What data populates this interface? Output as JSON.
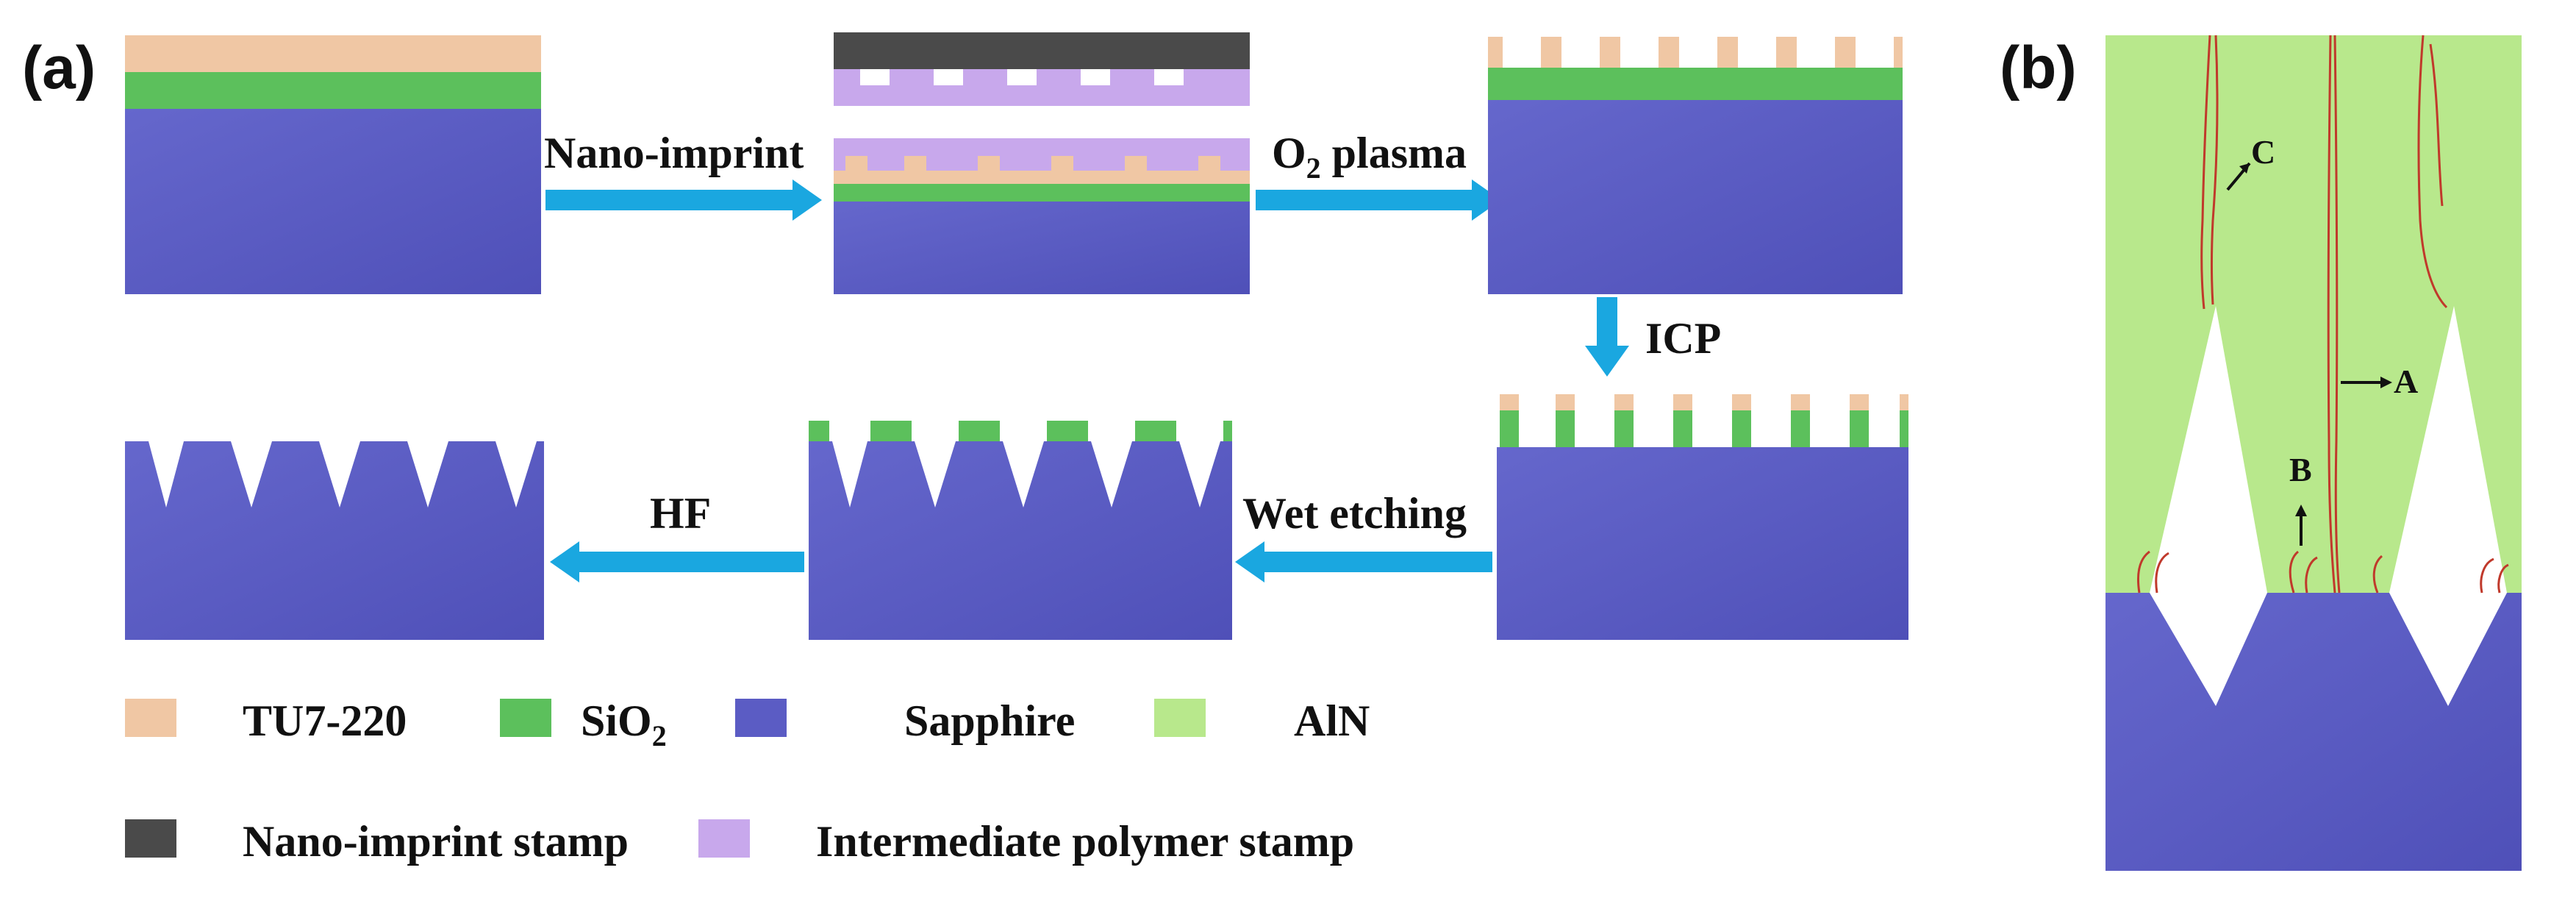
{
  "panels": {
    "a_label": "(a)",
    "b_label": "(b)"
  },
  "steps": {
    "nanoimprint": "Nano-imprint",
    "o2_main": "O",
    "o2_sub": "2",
    "o2_rest": " plasma",
    "icp": "ICP",
    "wet": "Wet etching",
    "hf": "HF"
  },
  "legend": {
    "tu7": "TU7-220",
    "sio2_main": "SiO",
    "sio2_sub": "2",
    "sapphire": "Sapphire",
    "aln": "AlN",
    "stamp": "Nano-imprint stamp",
    "polymer": "Intermediate polymer stamp"
  },
  "markers": {
    "a": "A",
    "b": "B",
    "c": "C"
  },
  "colors": {
    "tu7": "#f0c7a4",
    "sio2": "#5cc05c",
    "sapphire": "#5b5cc4",
    "aln": "#b8e88c",
    "stamp": "#4a4a4a",
    "polymer": "#c8a8ec",
    "arrow": "#1aa7e0",
    "dislocation": "#c0392b"
  }
}
